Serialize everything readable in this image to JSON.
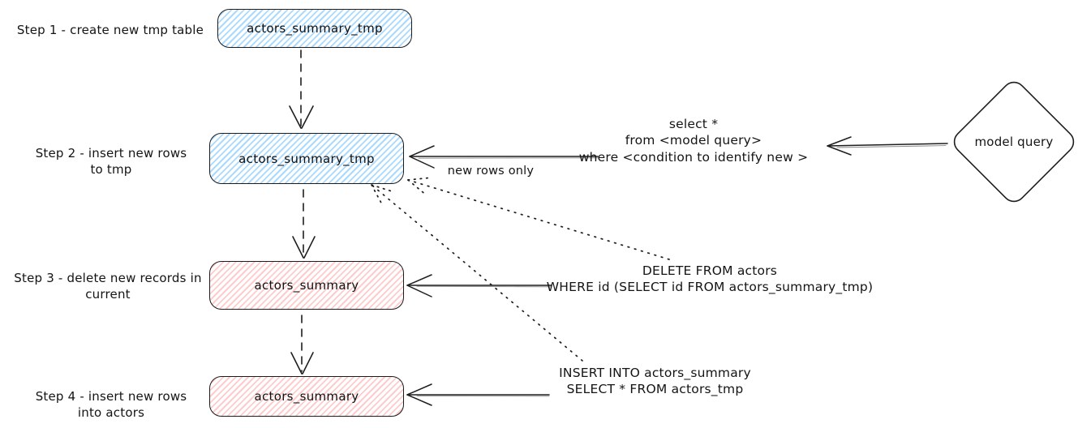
{
  "steps": [
    {
      "label_lines": [
        "Step 1 - create new tmp table"
      ],
      "box_label": "actors_summary_tmp",
      "color": "blue"
    },
    {
      "label_lines": [
        "Step 2 - insert new rows",
        "to tmp"
      ],
      "box_label": "actors_summary_tmp",
      "color": "blue"
    },
    {
      "label_lines": [
        "Step 3 - delete new records in",
        "current"
      ],
      "box_label": "actors_summary",
      "color": "red"
    },
    {
      "label_lines": [
        "Step 4 - insert new rows",
        "into actors"
      ],
      "box_label": "actors_summary",
      "color": "red"
    }
  ],
  "annotations": {
    "model_select": {
      "lines": [
        "select *",
        "from <model query>",
        "where <condition to identify new >"
      ]
    },
    "new_rows_only": "new rows only",
    "delete_sql": {
      "lines": [
        "DELETE FROM actors",
        "WHERE id (SELECT id FROM actors_summary_tmp)"
      ]
    },
    "insert_sql": {
      "lines": [
        "INSERT INTO actors_summary",
        "SELECT * FROM actors_tmp"
      ]
    }
  },
  "shapes": {
    "model_query_diamond_label": "model query"
  },
  "colors": {
    "blue_fill": "#a5d8ff",
    "red_fill": "#ffc9c9",
    "stroke": "#1e1e1e",
    "background": "#ffffff"
  }
}
